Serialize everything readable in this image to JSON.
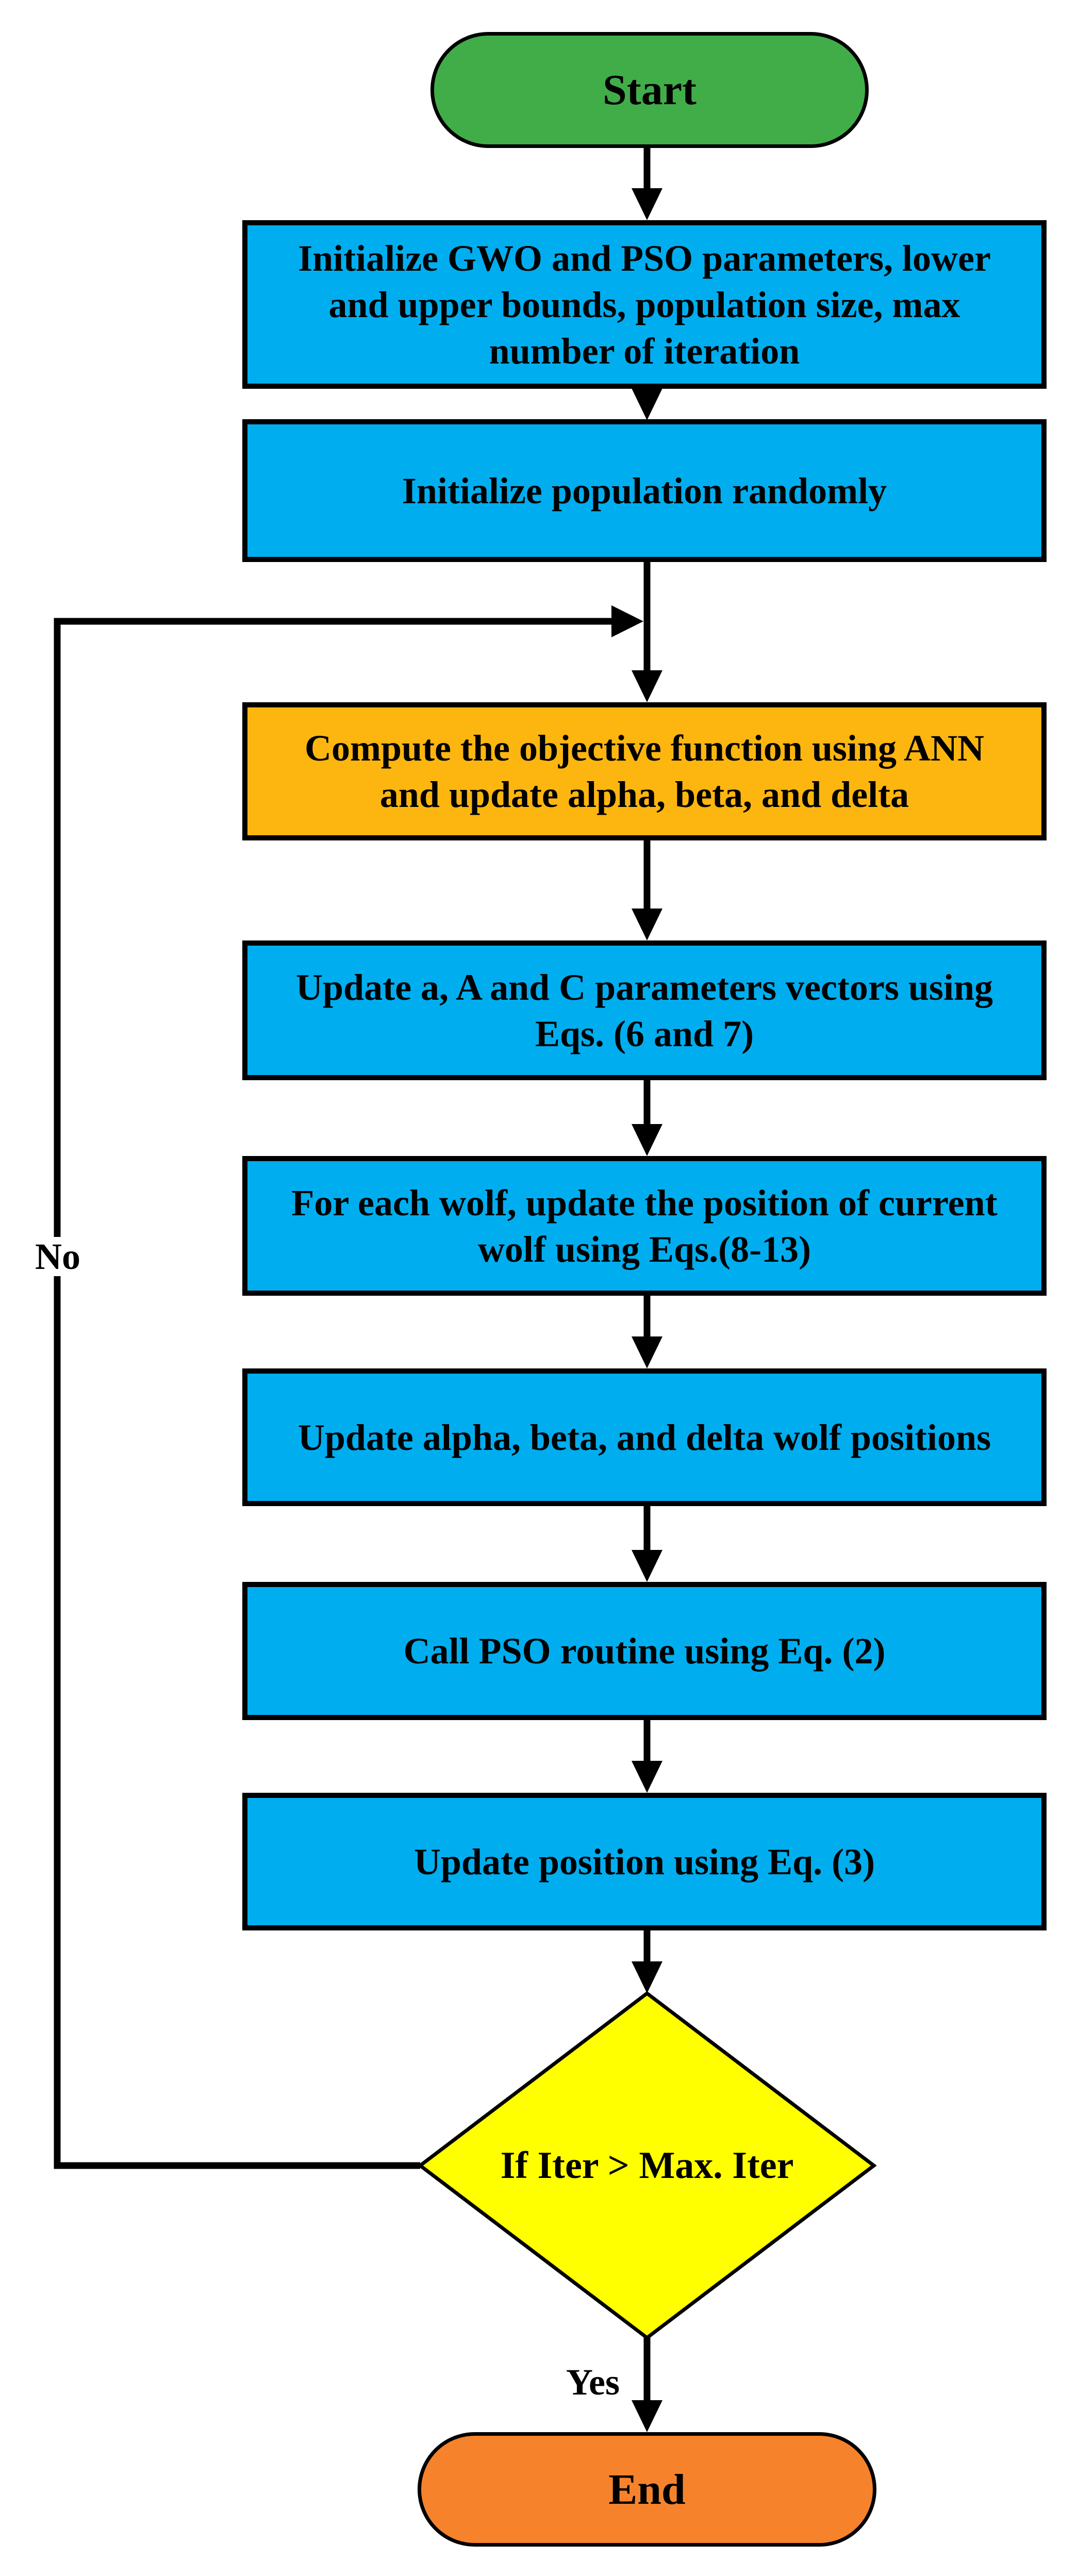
{
  "flowchart": {
    "nodes": {
      "start": {
        "label": "Start",
        "shape": "terminator",
        "fill": "#41AD49"
      },
      "init_params": {
        "label": "Initialize GWO and PSO parameters, lower\nand upper bounds, population size, max\nnumber of iteration",
        "shape": "process",
        "fill": "#00AEEF"
      },
      "init_population": {
        "label": "Initialize population randomly",
        "shape": "process",
        "fill": "#00AEEF"
      },
      "compute_objective": {
        "label": "Compute the objective function using ANN\nand update alpha, beta, and delta",
        "shape": "process",
        "fill": "#FDB610"
      },
      "update_a_A_C": {
        "label": "Update a, A and C parameters vectors using\nEqs. (6 and 7)",
        "shape": "process",
        "fill": "#00AEEF"
      },
      "update_wolf_position": {
        "label": "For each wolf, update the position of current\nwolf using Eqs.(8-13)",
        "shape": "process",
        "fill": "#00AEEF"
      },
      "update_abd_positions": {
        "label": "Update alpha, beta, and delta wolf positions",
        "shape": "process",
        "fill": "#00AEEF"
      },
      "call_pso": {
        "label": "Call PSO routine using Eq. (2)",
        "shape": "process",
        "fill": "#00AEEF"
      },
      "update_position": {
        "label": "Update position using Eq. (3)",
        "shape": "process",
        "fill": "#00AEEF"
      },
      "decision": {
        "label": "If Iter > Max. Iter",
        "shape": "decision",
        "fill": "#FFFF00"
      },
      "end": {
        "label": "End",
        "shape": "terminator",
        "fill": "#F6832C"
      }
    },
    "edge_labels": {
      "yes": "Yes",
      "no": "No"
    },
    "edges": [
      {
        "from": "start",
        "to": "init_params"
      },
      {
        "from": "init_params",
        "to": "init_population"
      },
      {
        "from": "init_population",
        "to": "compute_objective"
      },
      {
        "from": "compute_objective",
        "to": "update_a_A_C"
      },
      {
        "from": "update_a_A_C",
        "to": "update_wolf_position"
      },
      {
        "from": "update_wolf_position",
        "to": "update_abd_positions"
      },
      {
        "from": "update_abd_positions",
        "to": "call_pso"
      },
      {
        "from": "call_pso",
        "to": "update_position"
      },
      {
        "from": "update_position",
        "to": "decision"
      },
      {
        "from": "decision",
        "to": "end",
        "label": "Yes"
      },
      {
        "from": "decision",
        "to": "compute_objective",
        "label": "No"
      }
    ],
    "colors": {
      "process_fill": "#00AEEF",
      "start_fill": "#41AD49",
      "highlight_fill": "#FDB610",
      "decision_fill": "#FFFF00",
      "end_fill": "#F6832C",
      "line": "#000000"
    }
  }
}
